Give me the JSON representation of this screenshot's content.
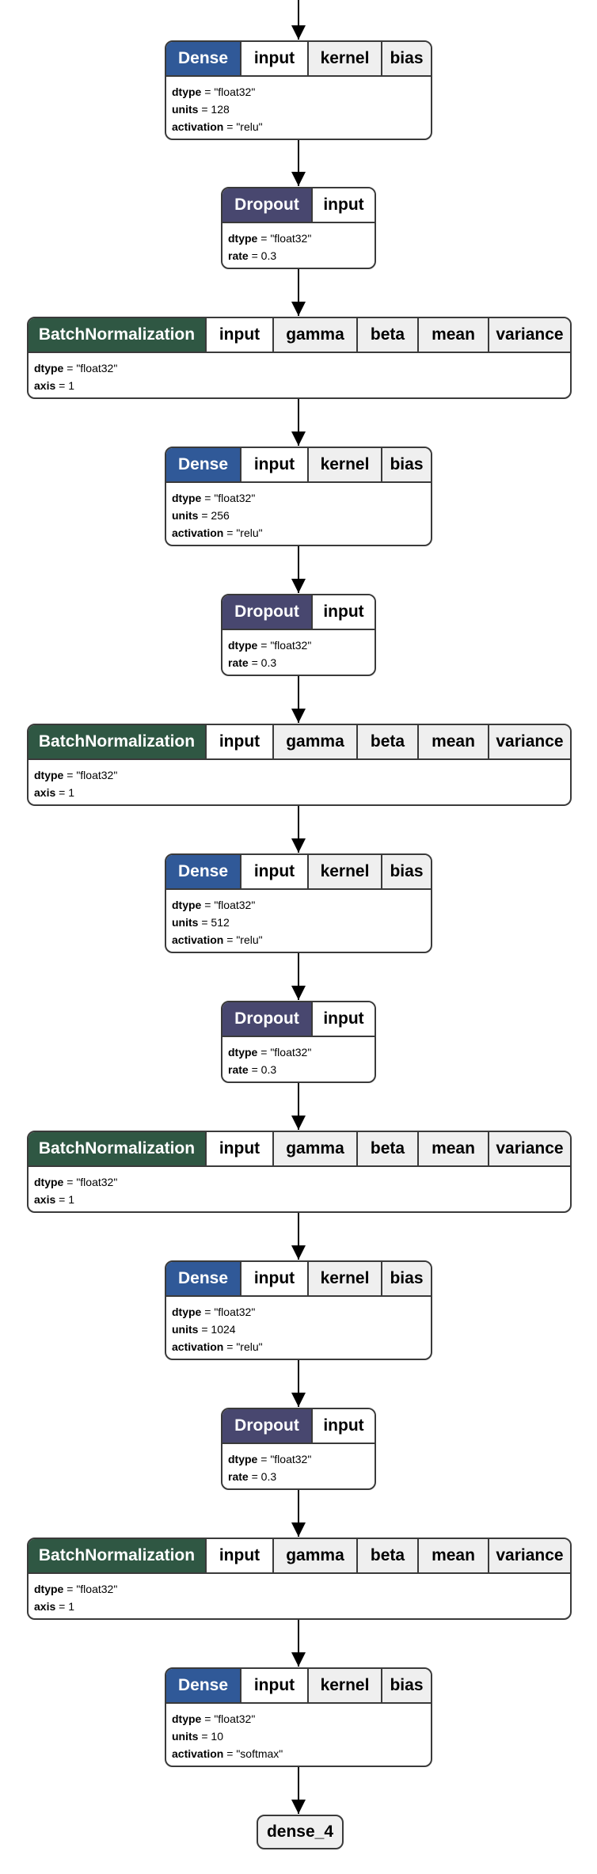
{
  "nodes": [
    {
      "type": "Dense",
      "ports": [
        "input",
        "kernel",
        "bias"
      ],
      "attrs": [
        {
          "key": "dtype",
          "value": "\"float32\""
        },
        {
          "key": "units",
          "value": "128"
        },
        {
          "key": "activation",
          "value": "\"relu\""
        }
      ]
    },
    {
      "type": "Dropout",
      "ports": [
        "input"
      ],
      "attrs": [
        {
          "key": "dtype",
          "value": "\"float32\""
        },
        {
          "key": "rate",
          "value": "0.3"
        }
      ]
    },
    {
      "type": "BatchNormalization",
      "ports": [
        "input",
        "gamma",
        "beta",
        "mean",
        "variance"
      ],
      "attrs": [
        {
          "key": "dtype",
          "value": "\"float32\""
        },
        {
          "key": "axis",
          "value": "1"
        }
      ]
    },
    {
      "type": "Dense",
      "ports": [
        "input",
        "kernel",
        "bias"
      ],
      "attrs": [
        {
          "key": "dtype",
          "value": "\"float32\""
        },
        {
          "key": "units",
          "value": "256"
        },
        {
          "key": "activation",
          "value": "\"relu\""
        }
      ]
    },
    {
      "type": "Dropout",
      "ports": [
        "input"
      ],
      "attrs": [
        {
          "key": "dtype",
          "value": "\"float32\""
        },
        {
          "key": "rate",
          "value": "0.3"
        }
      ]
    },
    {
      "type": "BatchNormalization",
      "ports": [
        "input",
        "gamma",
        "beta",
        "mean",
        "variance"
      ],
      "attrs": [
        {
          "key": "dtype",
          "value": "\"float32\""
        },
        {
          "key": "axis",
          "value": "1"
        }
      ]
    },
    {
      "type": "Dense",
      "ports": [
        "input",
        "kernel",
        "bias"
      ],
      "attrs": [
        {
          "key": "dtype",
          "value": "\"float32\""
        },
        {
          "key": "units",
          "value": "512"
        },
        {
          "key": "activation",
          "value": "\"relu\""
        }
      ]
    },
    {
      "type": "Dropout",
      "ports": [
        "input"
      ],
      "attrs": [
        {
          "key": "dtype",
          "value": "\"float32\""
        },
        {
          "key": "rate",
          "value": "0.3"
        }
      ]
    },
    {
      "type": "BatchNormalization",
      "ports": [
        "input",
        "gamma",
        "beta",
        "mean",
        "variance"
      ],
      "attrs": [
        {
          "key": "dtype",
          "value": "\"float32\""
        },
        {
          "key": "axis",
          "value": "1"
        }
      ]
    },
    {
      "type": "Dense",
      "ports": [
        "input",
        "kernel",
        "bias"
      ],
      "attrs": [
        {
          "key": "dtype",
          "value": "\"float32\""
        },
        {
          "key": "units",
          "value": "1024"
        },
        {
          "key": "activation",
          "value": "\"relu\""
        }
      ]
    },
    {
      "type": "Dropout",
      "ports": [
        "input"
      ],
      "attrs": [
        {
          "key": "dtype",
          "value": "\"float32\""
        },
        {
          "key": "rate",
          "value": "0.3"
        }
      ]
    },
    {
      "type": "BatchNormalization",
      "ports": [
        "input",
        "gamma",
        "beta",
        "mean",
        "variance"
      ],
      "attrs": [
        {
          "key": "dtype",
          "value": "\"float32\""
        },
        {
          "key": "axis",
          "value": "1"
        }
      ]
    },
    {
      "type": "Dense",
      "ports": [
        "input",
        "kernel",
        "bias"
      ],
      "attrs": [
        {
          "key": "dtype",
          "value": "\"float32\""
        },
        {
          "key": "units",
          "value": "10"
        },
        {
          "key": "activation",
          "value": "\"softmax\""
        }
      ]
    }
  ],
  "output": {
    "label": "dense_4"
  },
  "colors": {
    "Dense": "#305998",
    "Dropout": "#48476f",
    "BatchNormalization": "#2f5743",
    "border": "#3a3a3a",
    "port": "#efefef"
  }
}
